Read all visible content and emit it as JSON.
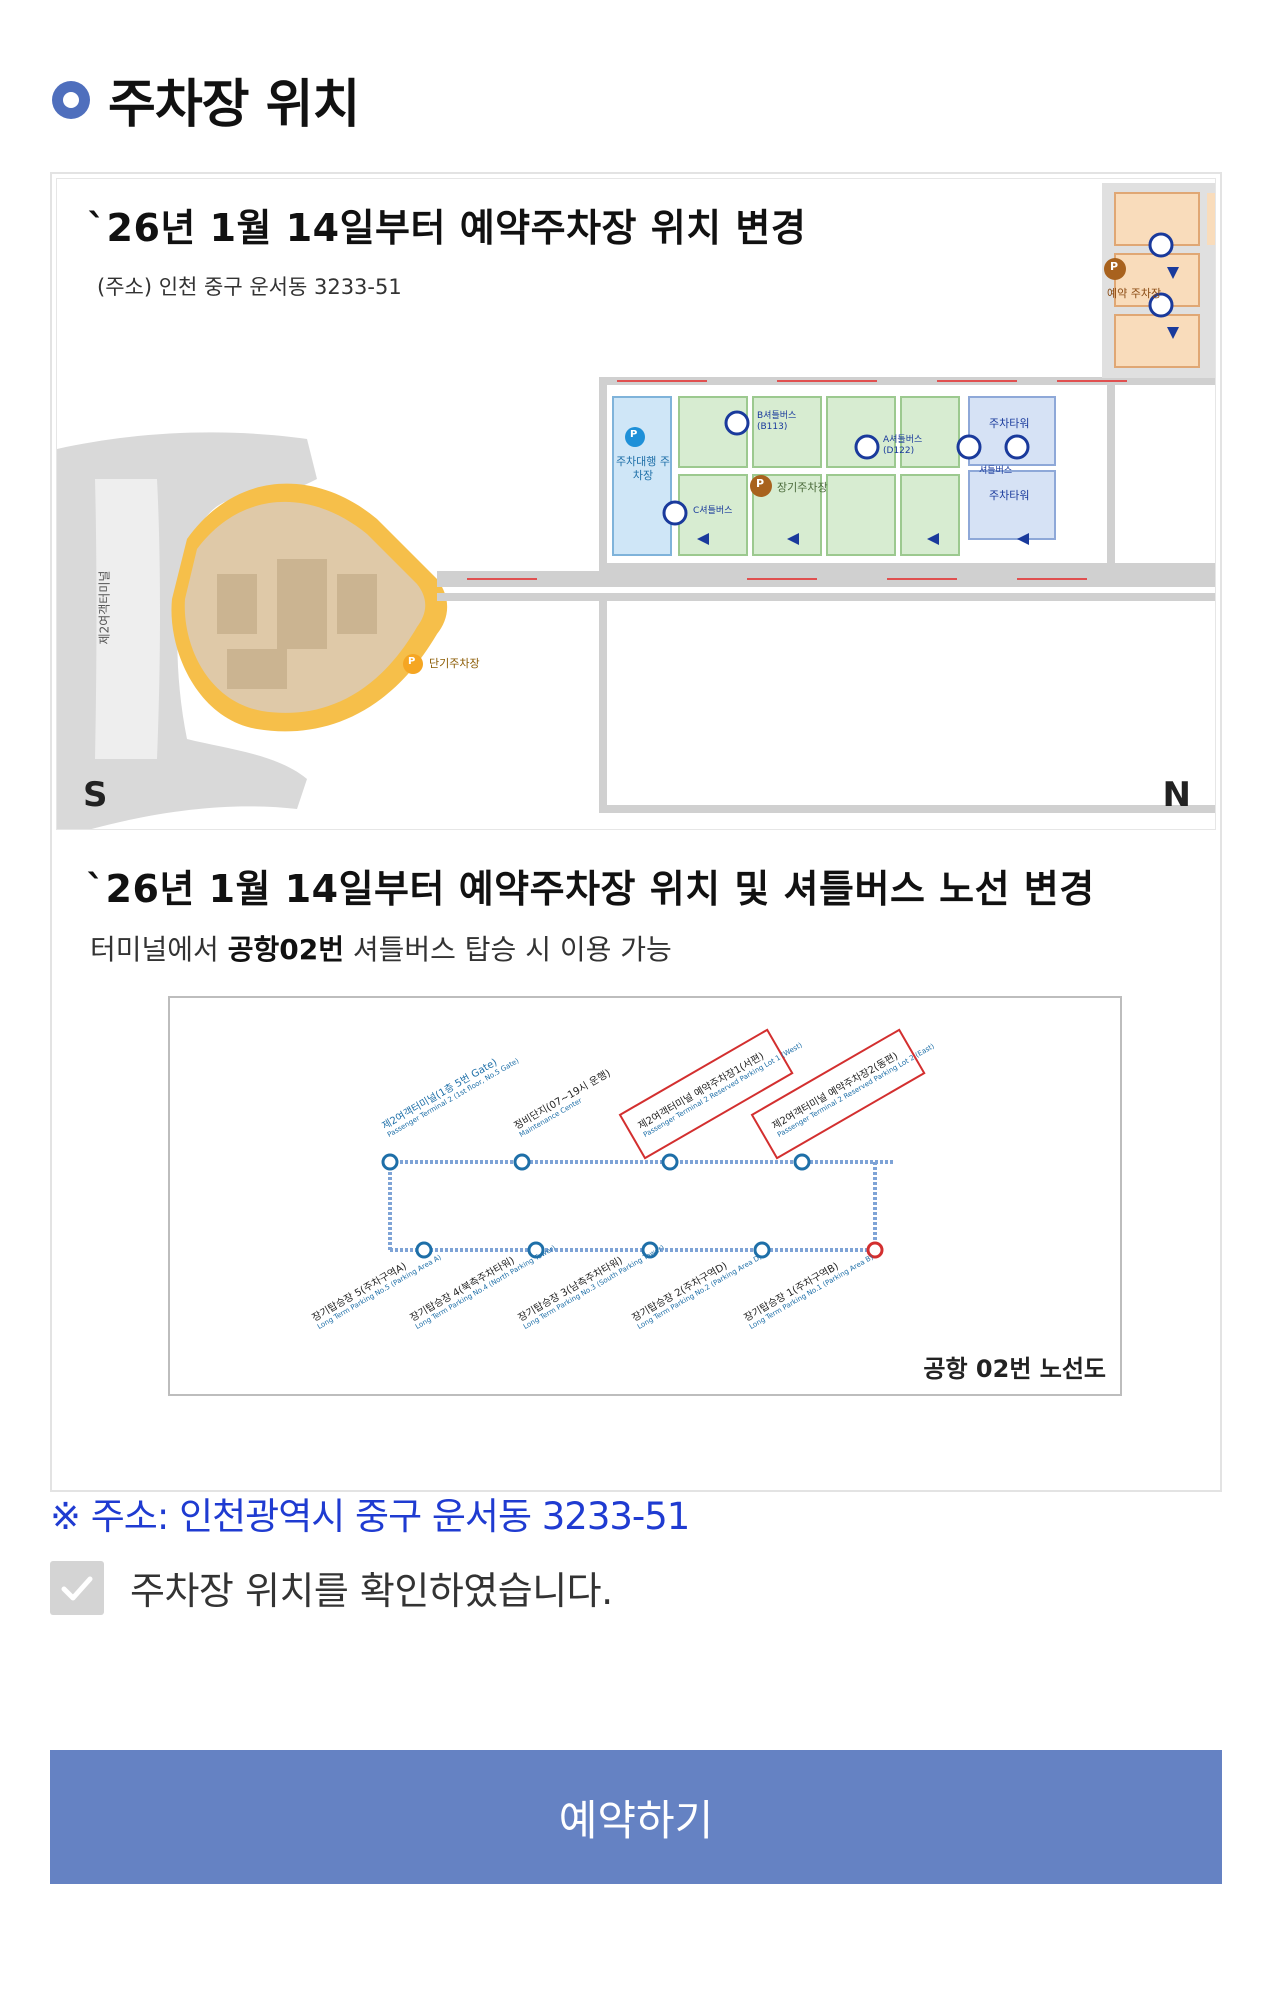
{
  "section": {
    "title": "주차장 위치"
  },
  "map": {
    "heading": "`26년 1월 14일부터 예약주차장 위치 변경",
    "address": "(주소) 인천 중구 운서동 3233-51",
    "labels": {
      "reserved_lot": "예약 주차장",
      "valet": "주차대행 주차장",
      "long_term": "장기주차장",
      "tower_top": "주차타워",
      "tower_bottom": "주차타워",
      "short_term": "단기주차장",
      "terminal": "제2여객터미널",
      "bus_b": "B셔틀버스 (B113)",
      "bus_a": "A셔틀버스 (D122)",
      "bus_c": "C셔틀버스",
      "bus_tower": "셔틀버스",
      "p": "P"
    },
    "compass_south": "S",
    "compass_north": "N"
  },
  "route": {
    "heading": "`26년 1월 14일부터 예약주차장 위치 및 셔틀버스 노선 변경",
    "desc_prefix": "터미널에서 ",
    "desc_bold": "공항02번",
    "desc_suffix": " 셔틀버스 탑승 시 이용 가능",
    "caption": "공항 02번 노선도",
    "top_stops": [
      {
        "ko": "제2여객터미널(1층 5번 Gate)",
        "en": "Passenger Terminal 2 (1st floor, No.5 Gate)"
      },
      {
        "ko": "정비단지(07~19시 운행)",
        "en": "Maintenance Center"
      },
      {
        "ko": "제2여객터미널 예약주차장1(서편)",
        "en": "Passenger Terminal 2 Reserved Parking Lot 1 (West)"
      },
      {
        "ko": "제2여객터미널 예약주차장2(동편)",
        "en": "Passenger Terminal 2 Reserved Parking Lot 2 (East)"
      }
    ],
    "bottom_stops": [
      {
        "ko": "장기탑승장 5(주차구역A)",
        "en": "Long Term Parking No.5 (Parking Area A)"
      },
      {
        "ko": "장기탑승장 4(북측주차타워)",
        "en": "Long Term Parking No.4 (North Parking Tower)"
      },
      {
        "ko": "장기탑승장 3(남측주차타워)",
        "en": "Long Term Parking No.3 (South Parking Tower)"
      },
      {
        "ko": "장기탑승장 2(주차구역D)",
        "en": "Long Term Parking No.2 (Parking Area D)"
      },
      {
        "ko": "장기탑승장 1(주차구역B)",
        "en": "Long Term Parking No.1 (Parking Area B)"
      }
    ]
  },
  "address_line": "※ 주소: 인천광역시 중구 운서동 3233-51",
  "confirm_label": "주차장 위치를 확인하였습니다.",
  "reserve_button": "예약하기",
  "colors": {
    "accent": "#4f6fbd",
    "button": "#6582c3",
    "address": "#1f3bd1",
    "route_red": "#d32f2f",
    "route_blue": "#1e6fa8"
  }
}
